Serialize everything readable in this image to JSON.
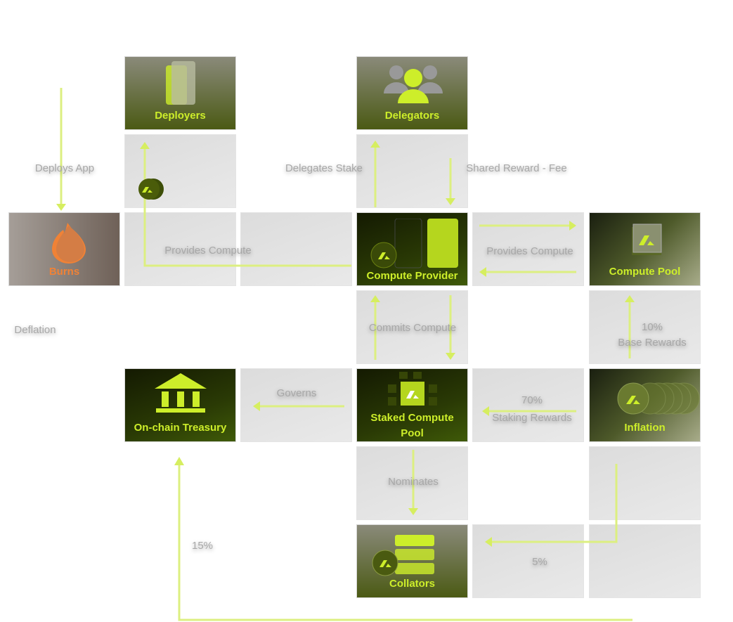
{
  "nodes": {
    "deployers": "Deployers",
    "delegators": "Delegators",
    "burns": "Burns",
    "compute_provider": "Compute Provider",
    "compute_pool": "Compute Pool",
    "treasury": "On-chain Treasury",
    "staked_pool": "Staked Compute Pool",
    "inflation": "Inflation",
    "collators": "Collators"
  },
  "edges": {
    "deploys_app": "Deploys App",
    "delegates_stake": "Delegates Stake",
    "shared_reward": "Shared Reward - Fee",
    "provides_compute_left": "Provides Compute",
    "provides_compute_right": "Provides Compute",
    "deflation": "Deflation",
    "commits_compute": "Commits Compute",
    "base_pct": "10%",
    "base_rewards": "Base Rewards",
    "governs": "Governs",
    "staking_pct": "70%",
    "staking_rewards": "Staking Rewards",
    "nominates": "Nominates",
    "treasury_pct": "15%",
    "collator_pct": "5%"
  },
  "colors": {
    "accent": "#cdee2a",
    "burn": "#f08236",
    "arrow": "#d9ef7a"
  }
}
